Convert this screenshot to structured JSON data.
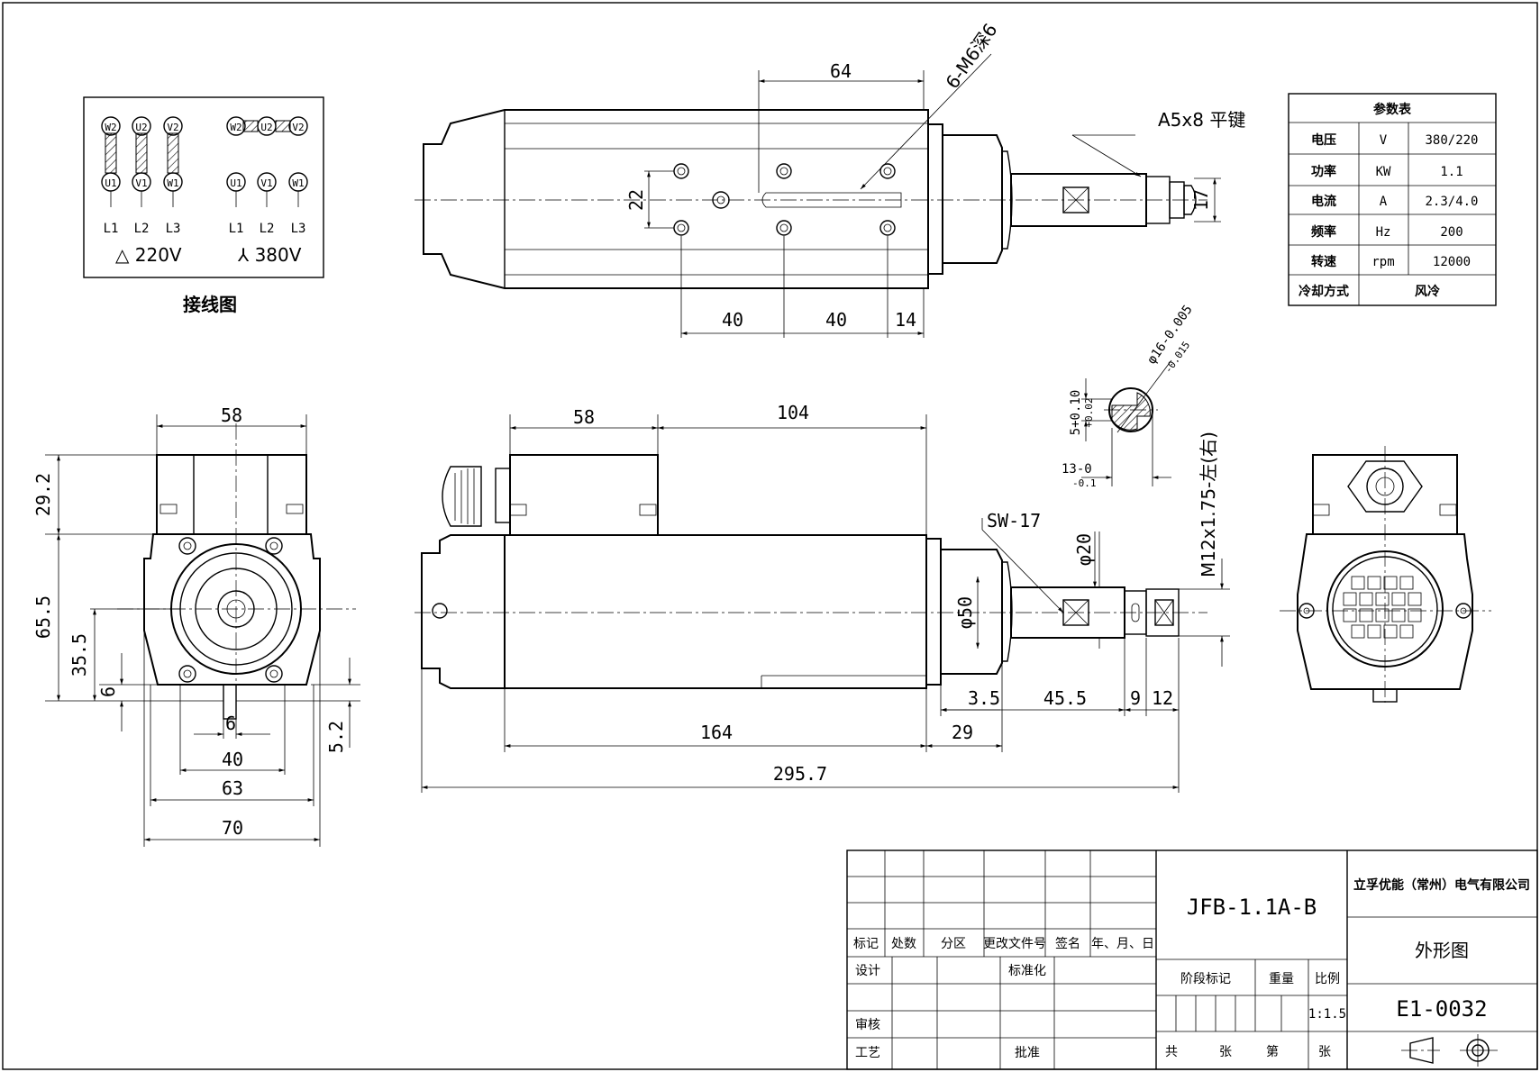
{
  "wiring": {
    "caption": "接线图",
    "delta": {
      "top": [
        "W2",
        "U2",
        "V2"
      ],
      "bottom": [
        "U1",
        "V1",
        "W1"
      ],
      "lines": [
        "L1",
        "L2",
        "L3"
      ],
      "label": "△ 220V"
    },
    "star": {
      "top": [
        "W2",
        "U2",
        "V2"
      ],
      "bottom": [
        "U1",
        "V1",
        "W1"
      ],
      "lines": [
        "L1",
        "L2",
        "L3"
      ],
      "label": "⅄ 380V"
    }
  },
  "params": {
    "title": "参数表",
    "rows": [
      {
        "name": "电压",
        "unit": "V",
        "value": "380/220"
      },
      {
        "name": "功率",
        "unit": "KW",
        "value": "1.1"
      },
      {
        "name": "电流",
        "unit": "A",
        "value": "2.3/4.0"
      },
      {
        "name": "频率",
        "unit": "Hz",
        "value": "200"
      },
      {
        "name": "转速",
        "unit": "rpm",
        "value": "12000"
      }
    ],
    "cooling": {
      "name": "冷却方式",
      "value": "风冷"
    }
  },
  "top_view": {
    "dim_64": "64",
    "holes_note": "6-M6深6",
    "key_note": "A5x8 平键",
    "dim_22": "22",
    "dim_17": "17",
    "dim_40a": "40",
    "dim_40b": "40",
    "dim_14": "14"
  },
  "front_view": {
    "dim_58": "58",
    "dim_29_2": "29.2",
    "dim_65_5": "65.5",
    "dim_35_5": "35.5",
    "dim_6v": "6",
    "dim_6h": "6",
    "dim_40": "40",
    "dim_63": "63",
    "dim_70": "70",
    "dim_5_2": "5.2"
  },
  "side_view": {
    "dim_58": "58",
    "dim_104": "104",
    "sw": "SW-17",
    "d20": "φ20",
    "d50": "φ50",
    "thread": "M12x1.75-左(右)",
    "dim_3_5": "3.5",
    "dim_45_5": "45.5",
    "dim_9": "9",
    "dim_12": "12",
    "dim_164": "164",
    "dim_29": "29",
    "dim_295_7": "295.7"
  },
  "section": {
    "diameter": "φ16-0.005",
    "diameter_lower": "-0.015",
    "key_top": "5+0.10",
    "key_bottom": "+0.02",
    "depth": "13-0",
    "depth_lower": "-0.1"
  },
  "title_block": {
    "headers": [
      "标记",
      "处数",
      "分区",
      "更改文件号",
      "签名",
      "年、月、日"
    ],
    "design": "设计",
    "standard": "标准化",
    "stage_mark": "阶段标记",
    "weight": "重量",
    "scale_label": "比例",
    "scale": "1:1.5",
    "review": "审核",
    "process": "工艺",
    "approve": "批准",
    "sheets": [
      "共",
      "张",
      "第",
      "张"
    ],
    "model": "JFB-1.1A-B",
    "company": "立孚优能（常州）电气有限公司",
    "drawing_name": "外形图",
    "drawing_no": "E1-0032"
  }
}
